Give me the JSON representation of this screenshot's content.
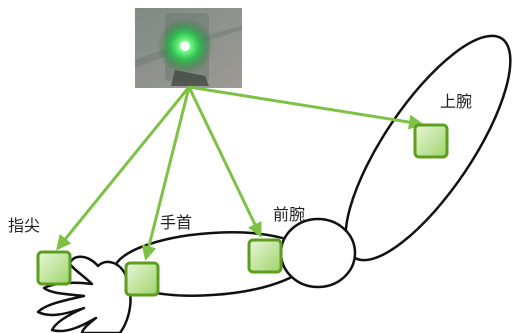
{
  "labels": {
    "upper_arm": "上腕",
    "forearm": "前腕",
    "wrist": "手首",
    "fingertip": "指尖"
  },
  "colors": {
    "arrow": "#7DC244",
    "marker_border": "#5E9E1E",
    "marker_fill_top": "#EAF7DA",
    "marker_fill_bottom": "#9ED36A",
    "outline": "#111111",
    "photo_bg": "#8C8E8A",
    "led": "#46FF6A"
  },
  "icons": {
    "photo": "green-led-light-photo",
    "hand": "open-hand-outline"
  }
}
